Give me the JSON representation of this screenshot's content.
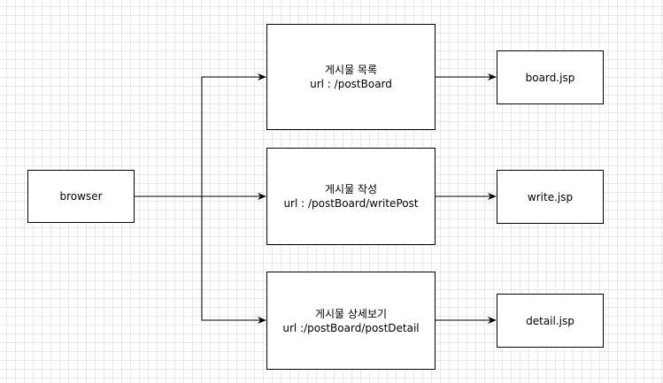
{
  "nodes": {
    "browser": {
      "label": "browser"
    },
    "list": {
      "title": "게시물 목록",
      "url": "url : /postBoard"
    },
    "write": {
      "title": "게시물 작성",
      "url": "url : /postBoard/writePost"
    },
    "detail": {
      "title": "게시물 상세보기",
      "url": "url :/postBoard/postDetail"
    },
    "board_jsp": {
      "label": "board.jsp"
    },
    "write_jsp": {
      "label": "write.jsp"
    },
    "detail_jsp": {
      "label": "detail.jsp"
    }
  },
  "edges": [
    {
      "from": "browser",
      "to": "list"
    },
    {
      "from": "browser",
      "to": "write"
    },
    {
      "from": "browser",
      "to": "detail"
    },
    {
      "from": "list",
      "to": "board_jsp"
    },
    {
      "from": "write",
      "to": "write_jsp"
    },
    {
      "from": "detail",
      "to": "detail_jsp"
    }
  ],
  "colors": {
    "stroke": "#000000",
    "grid": "#e9e9e9",
    "background": "#ffffff"
  }
}
